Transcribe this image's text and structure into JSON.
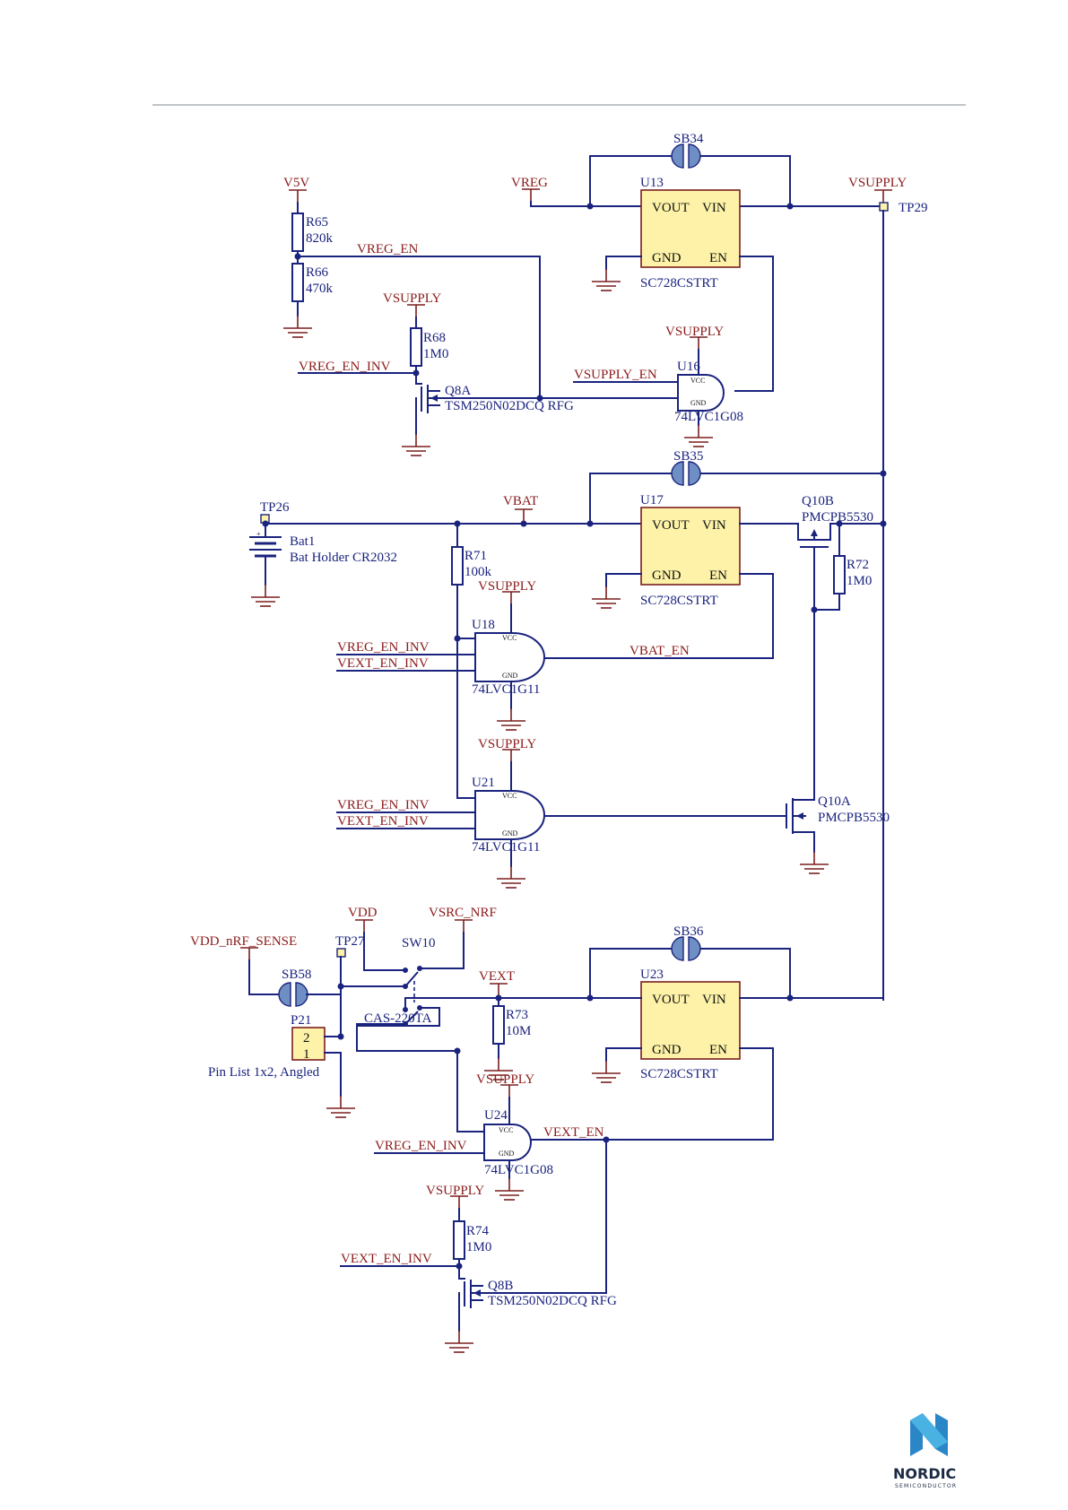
{
  "labels": {
    "v5v": "V5V",
    "vreg": "VREG",
    "vsupply_top": "VSUPPLY",
    "vreg_en": "VREG_EN",
    "vsupply_r68": "VSUPPLY",
    "vsupply_u16": "VSUPPLY",
    "vsupply_en": "VSUPPLY_EN",
    "vreg_en_inv_q8a": "VREG_EN_INV",
    "vbat": "VBAT",
    "vsupply_u18": "VSUPPLY",
    "vreg_en_inv_u18": "VREG_EN_INV",
    "vext_en_inv_u18": "VEXT_EN_INV",
    "vbat_en": "VBAT_EN",
    "vsupply_u21": "VSUPPLY",
    "vreg_en_inv_u21": "VREG_EN_INV",
    "vext_en_inv_u21": "VEXT_EN_INV",
    "vdd": "VDD",
    "vsrc_nrf": "VSRC_NRF",
    "vdd_nrf_sense": "VDD_nRF_SENSE",
    "vext": "VEXT",
    "vsupply_u24": "VSUPPLY",
    "vreg_en_inv_u24": "VREG_EN_INV",
    "vext_en": "VEXT_EN",
    "vsupply_r74": "VSUPPLY",
    "vext_en_inv_q8b": "VEXT_EN_INV"
  },
  "parts": {
    "sb34": "SB34",
    "u13": "U13",
    "u13_value": "SC728CSTRT",
    "tp29": "TP29",
    "r65": "R65",
    "r65_value": "820k",
    "r66": "R66",
    "r66_value": "470k",
    "r68": "R68",
    "r68_value": "1M0",
    "q8a": "Q8A",
    "q8a_value": "TSM250N02DCQ RFG",
    "u16": "U16",
    "u16_value": "74LVC1G08",
    "sb35": "SB35",
    "tp26": "TP26",
    "bat1": "Bat1",
    "bat1_value": "Bat Holder CR2032",
    "r71": "R71",
    "r71_value": "100k",
    "u17": "U17",
    "u17_value": "SC728CSTRT",
    "q10b": "Q10B",
    "q10b_value": "PMCPB5530",
    "r72": "R72",
    "r72_value": "1M0",
    "u18": "U18",
    "u18_value": "74LVC1G11",
    "u21": "U21",
    "u21_value": "74LVC1G11",
    "q10a": "Q10A",
    "q10a_value": "PMCPB5530",
    "tp27": "TP27",
    "sw10": "SW10",
    "sw10_value": "CAS-220TA",
    "sb58": "SB58",
    "p21": "P21",
    "p21_value": "Pin List 1x2, Angled",
    "p21_pin2": "2",
    "p21_pin1": "1",
    "sb36": "SB36",
    "u23": "U23",
    "u23_value": "SC728CSTRT",
    "r73": "R73",
    "r73_value": "10M",
    "u24": "U24",
    "u24_value": "74LVC1G08",
    "r74": "R74",
    "r74_value": "1M0",
    "q8b": "Q8B",
    "q8b_value": "TSM250N02DCQ RFG"
  },
  "pins": {
    "vout": "VOUT",
    "vin": "VIN",
    "gnd": "GND",
    "en": "EN",
    "vcc_small": "VCC",
    "gnd_small": "GND",
    "bat_plus": "+"
  },
  "logo": {
    "name": "NORDIC",
    "sub": "SEMICONDUCTOR"
  }
}
